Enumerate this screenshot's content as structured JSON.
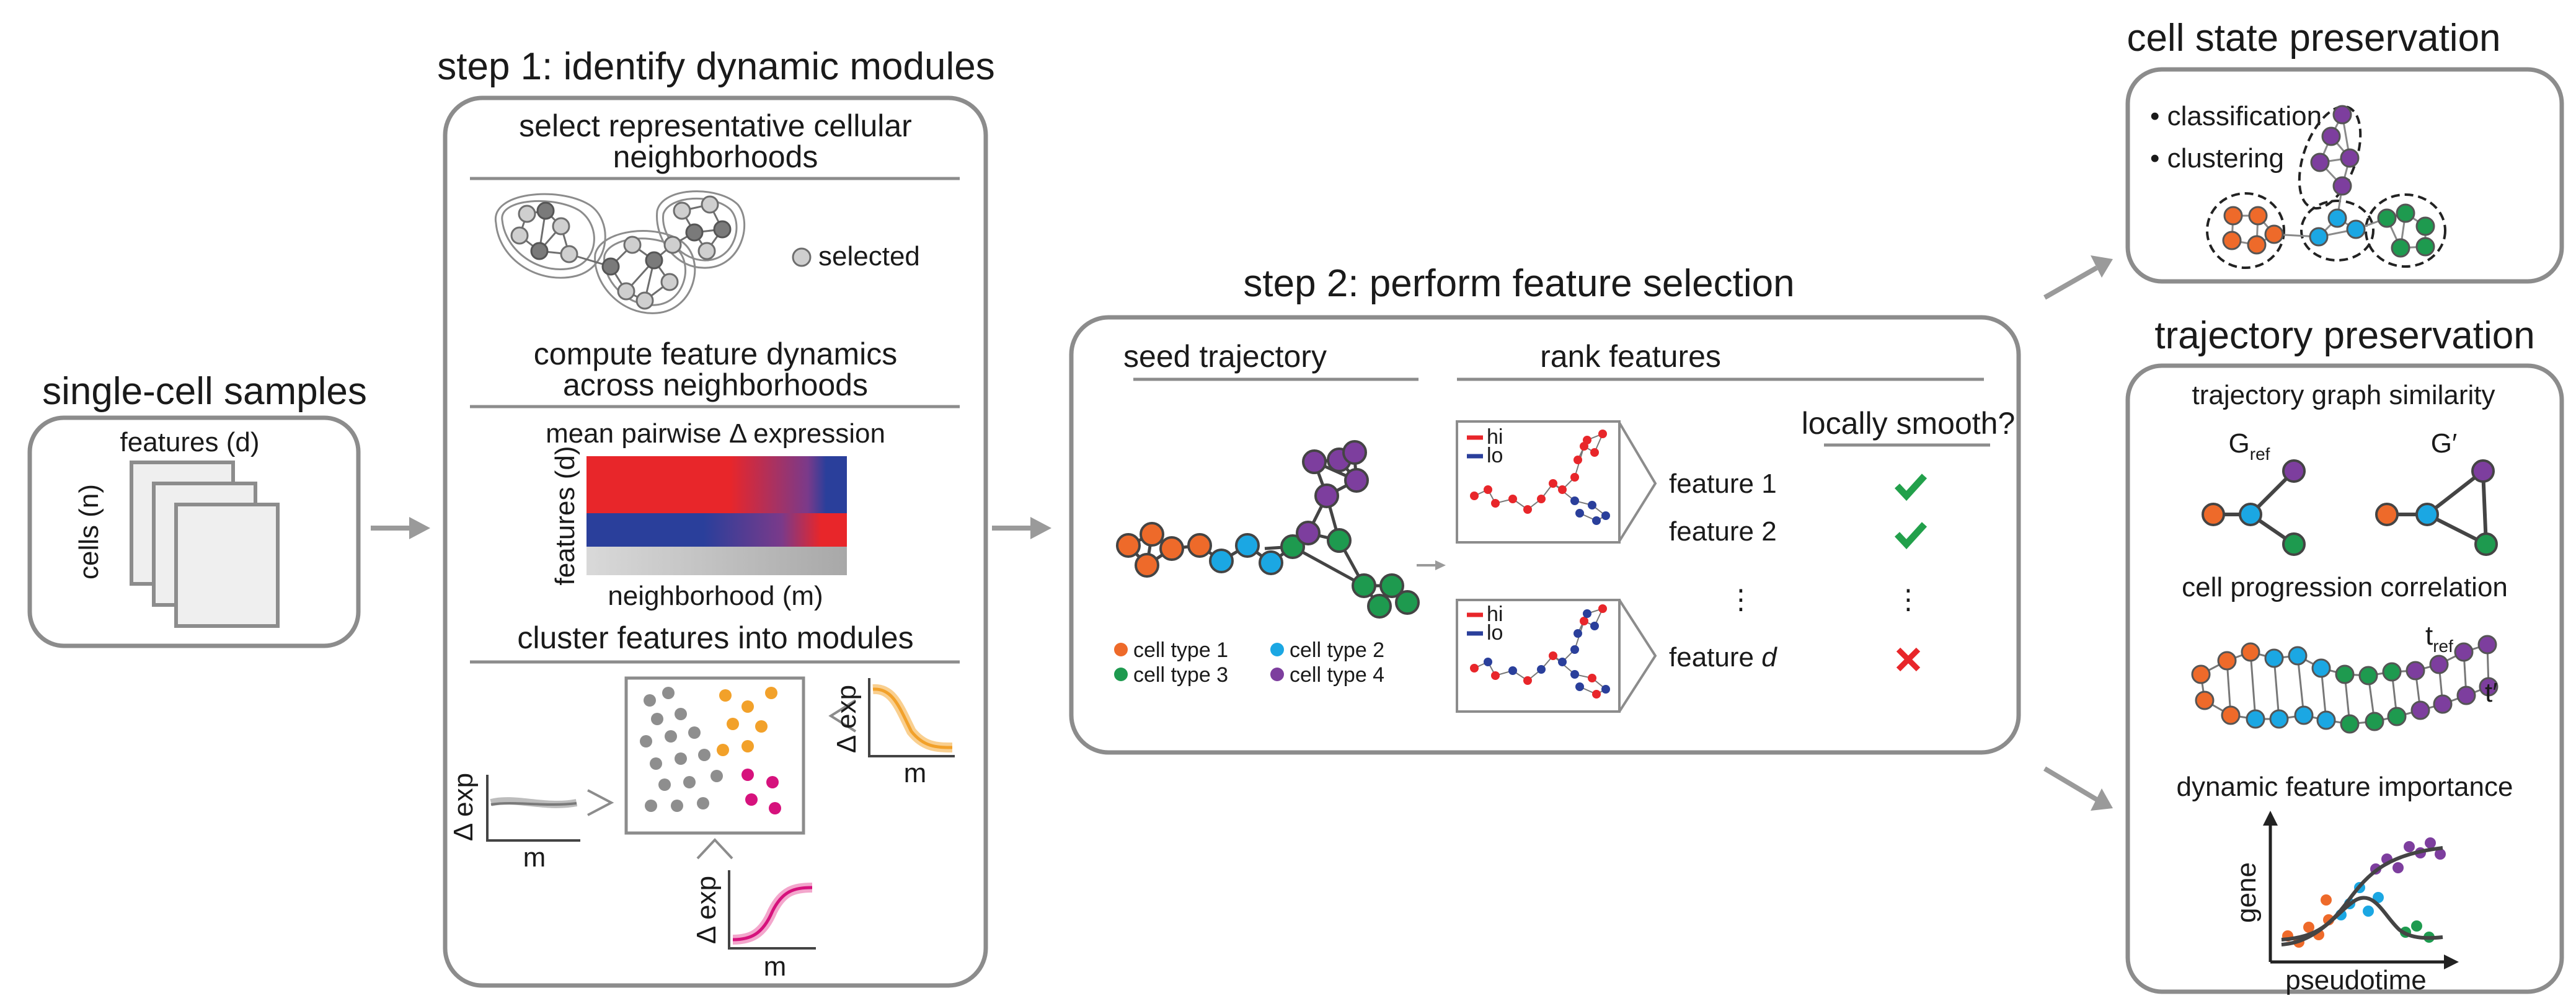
{
  "colors": {
    "orange": "#ee6a2a",
    "blue": "#1ba7e3",
    "green": "#1e9a4f",
    "purple": "#7d3e9e",
    "red": "#e8262a",
    "navy": "#2a3f9b",
    "magenta": "#d6127d",
    "gold": "#f2a12a",
    "gray": "#8a8a8a",
    "check": "#22a04b",
    "cross": "#e8262a"
  },
  "samples": {
    "title": "single-cell samples",
    "features_label": "features (d)",
    "cells_label": "cells (n)"
  },
  "step1": {
    "title": "step 1: identify dynamic modules",
    "section1": "select representative cellular neighborhoods",
    "section1_line1": "select representative cellular",
    "section1_line2": "neighborhoods",
    "selected_label": "selected",
    "section2_line1": "compute feature dynamics",
    "section2_line2": "across neighborhoods",
    "heatmap_title": "mean pairwise Δ expression",
    "heatmap_ylabel": "features (d)",
    "heatmap_xlabel": "neighborhood (m)",
    "section3": "cluster features into modules",
    "mini_ylabel": "Δ exp",
    "mini_xlabel": "m"
  },
  "step2": {
    "title": "step 2: perform feature selection",
    "seed_header": "seed trajectory",
    "rank_header": "rank features",
    "smooth_header": "locally smooth?",
    "legend_hi": "hi",
    "legend_lo": "lo",
    "feature1": "feature 1",
    "feature2": "feature 2",
    "feature_d_prefix": "feature ",
    "feature_d_var": "d",
    "ellipsis": "⋮",
    "cell_types": [
      "cell type 1",
      "cell type 2",
      "cell type 3",
      "cell type 4"
    ]
  },
  "cell_state": {
    "title": "cell state preservation",
    "bullets": [
      "classification",
      "clustering"
    ]
  },
  "trajectory": {
    "title": "trajectory preservation",
    "graph_sim": "trajectory graph similarity",
    "g_ref_main": "G",
    "g_ref_sub": "ref",
    "g_prime": "G′",
    "progression": "cell progression correlation",
    "t_ref_main": "t",
    "t_ref_sub": "ref",
    "t_prime": "t′",
    "importance": "dynamic feature importance",
    "gene_label": "gene",
    "pseudotime_label": "pseudotime"
  }
}
